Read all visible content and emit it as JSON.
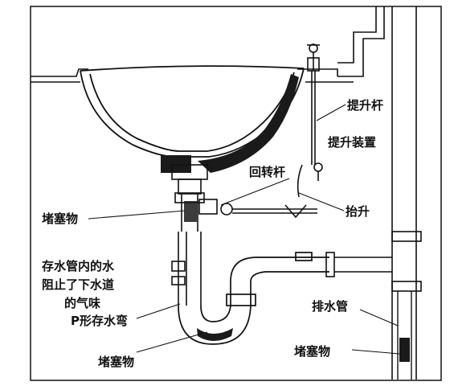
{
  "labels": {
    "lift_rod": "提升杆",
    "lift_device": "提升装置",
    "pivot_rod": "回转杆",
    "lift": "抬升",
    "clog_top": "堵塞物",
    "water_seal_line1": "存水管内的水",
    "water_seal_line2": "阻止了下水道",
    "water_seal_line3": "的气味",
    "p_trap": "P形存水弯",
    "clog_trap": "堵塞物",
    "drain_pipe": "排水管",
    "clog_drain": "堵塞物"
  },
  "colors": {
    "line": "#111111",
    "clog": "#1a1a1a",
    "background": "#ffffff"
  }
}
